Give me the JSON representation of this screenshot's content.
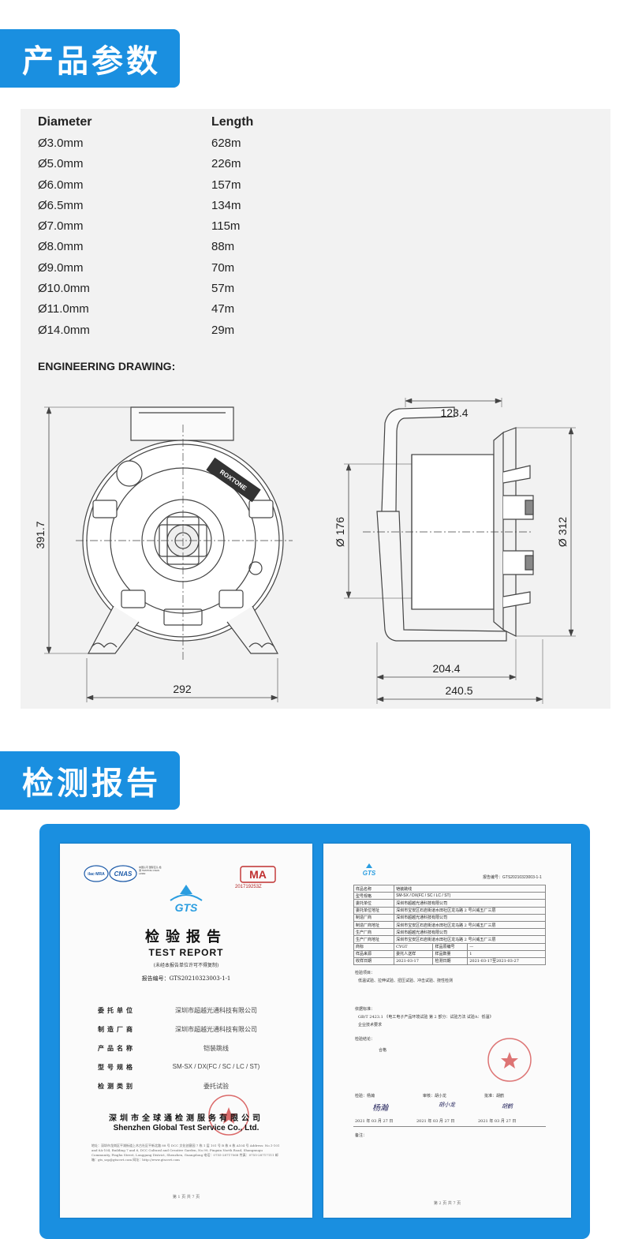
{
  "sections": {
    "params_title": "产品参数",
    "report_title": "检测报告"
  },
  "spec": {
    "headers": [
      "Diameter",
      "Length"
    ],
    "rows": [
      [
        "Ø3.0mm",
        "628m"
      ],
      [
        "Ø5.0mm",
        "226m"
      ],
      [
        "Ø6.0mm",
        "157m"
      ],
      [
        "Ø6.5mm",
        "134m"
      ],
      [
        "Ø7.0mm",
        "115m"
      ],
      [
        "Ø8.0mm",
        "88m"
      ],
      [
        "Ø9.0mm",
        "70m"
      ],
      [
        "Ø10.0mm",
        "57m"
      ],
      [
        "Ø11.0mm",
        "47m"
      ],
      [
        "Ø14.0mm",
        "29m"
      ]
    ],
    "drawing_title": "ENGINEERING DRAWING:"
  },
  "drawing": {
    "dim_height": "391.7",
    "dim_width_front": "292",
    "dim_top": "123.4",
    "dim_hub": "Ø 176",
    "dim_flange": "Ø 312",
    "dim_base": "204.4",
    "dim_total": "240.5",
    "brand": "ROXTONE"
  },
  "report1": {
    "logo_ilac": "ilac·MRA",
    "logo_cnas": "CNAS",
    "cnas_note": "中国认可 国际互认 检测 TESTING CNAS L4960",
    "logo_cma": "MA",
    "cma_no": "201719253Z",
    "logo_gts": "GTS",
    "title_cn": "检验报告",
    "title_en": "TEST REPORT",
    "note": "(未经本报告单位许可不得复制)",
    "report_no": "报告编号：GTS20210323003-1-1",
    "fields": [
      {
        "k": "委托单位",
        "v": "深圳市超越光通科技有限公司"
      },
      {
        "k": "制造厂商",
        "v": "深圳市超越光通科技有限公司"
      },
      {
        "k": "产品名称",
        "v": "铠装跳线"
      },
      {
        "k": "型号规格",
        "v": "SM-SX / DX(FC / SC / LC / ST)"
      },
      {
        "k": "检测类别",
        "v": "委托试验"
      }
    ],
    "company_cn": "深圳市全球通检测服务有限公司",
    "company_en": "Shenzhen Global Test Service Co., Ltd.",
    "address": "地址：深圳市龙岗区平湖街道上木古社区平新北路 88 号 DCC 文化创意园 7 栋 1 层 101 号 B 栋 6 栋 A104 号 Address: No.1-101 and 6A-104, Building 7 and 6, DCC Cultural and Creative Garden, No.99, Pingxin North Road, Shangmugu Community, Pinghu Street, Longgang District, Shenzhen, Guangdong 电话：0755-28717068 传真：0755-28717111 邮箱：gts_szp@gtscert.com 网址：http://www.gtscert.com",
    "page_no": "第 1 页 共 7 页"
  },
  "report2": {
    "logo_gts": "GTS",
    "report_no": "报告编号：GTS20210323003-1-1",
    "rows": [
      [
        "样品名称",
        "铠装跳线",
        "",
        ""
      ],
      [
        "型号规格",
        "SM-SX / DX(FC / SC / LC / ST)",
        "",
        ""
      ],
      [
        "委托单位",
        "深圳市超越光通科技有限公司",
        "",
        ""
      ],
      [
        "委托单位地址",
        "深圳市宝安区石岩街道水田社区龙马路 2 号兴威五厂三层",
        "",
        ""
      ],
      [
        "制造厂商",
        "深圳市超越光通科技有限公司",
        "",
        ""
      ],
      [
        "制造厂商地址",
        "深圳市宝安区石岩街道水田社区龙马路 2 号兴威五厂三层",
        "",
        ""
      ],
      [
        "生产厂商",
        "深圳市超越光通科技有限公司",
        "",
        ""
      ],
      [
        "生产厂商地址",
        "深圳市宝安区石岩街道水田社区龙马路 2 号兴威五厂三层",
        "",
        ""
      ],
      [
        "商标",
        "CYGT",
        "样品原编号",
        "—"
      ],
      [
        "样品来源",
        "委托人送样",
        "样品数量",
        "1"
      ],
      [
        "收样日期",
        "2021-03-17",
        "检测日期",
        "2021-03-17至2021-03-27"
      ]
    ],
    "items_label": "检验项目：",
    "items": "低温试验、拉伸试验、扭压试验、冲击试验、挠性检测",
    "basis_label": "依据标准：",
    "basis": "GB/T 2423.1 《电工电子产品环境试验 第 2 部分：试验方法 试验A：低温》",
    "basis_extra": "企业技术要求",
    "conclusion_label": "检验结论：",
    "conclusion": "合格",
    "sign_label_1": "检验：杨瀚",
    "sign_label_2": "审核：胡小龙",
    "sign_label_3": "批准：胡鹤",
    "sign_1": "杨瀚",
    "sign_2": "胡小龙",
    "sign_3": "胡鹤",
    "date_1": "2021 年 03 月 27 日",
    "date_2": "2021 年 03 月 27 日",
    "date_3": "2021 年 03 月 27 日",
    "remark_label": "备注：",
    "page_no": "第 2 页 共 7 页"
  }
}
